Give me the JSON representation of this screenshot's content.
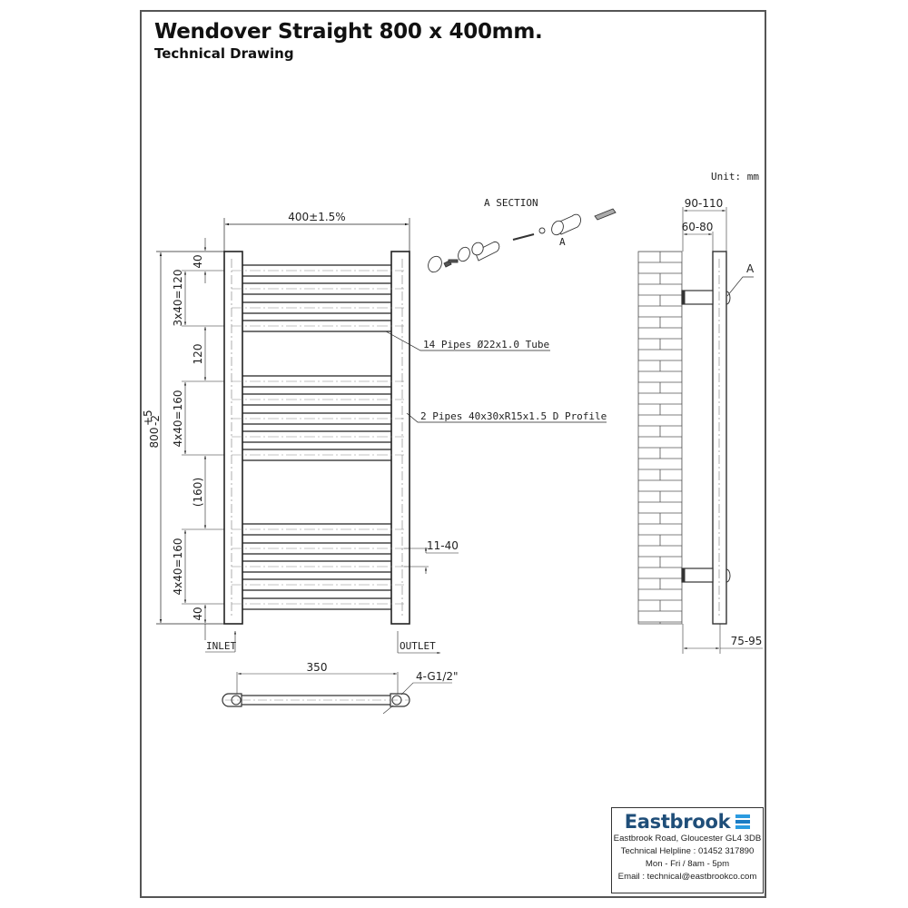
{
  "header": {
    "title": "Wendover Straight 800 x 400mm.",
    "subtitle": "Technical Drawing"
  },
  "drawing": {
    "unit_label": "Unit: mm",
    "front_view": {
      "width_dim": "400±1.5%",
      "height_dim": "800",
      "height_tol_upper": "+5",
      "height_tol_lower": "-2",
      "top_gap": "40",
      "top_group": "3x40=120",
      "gap_1": "120",
      "middle_group": "4x40=160",
      "gap_2": "(160)",
      "bottom_group": "4x40=160",
      "bottom_gap": "40",
      "valve_offset": "11-40",
      "inlet_label": "INLET",
      "outlet_label": "OUTLET",
      "callout_tubes": "14 Pipes Ø22x1.0 Tube",
      "callout_profile": "2 Pipes 40x30xR15x1.5 D Profile"
    },
    "section": {
      "label": "A   SECTION",
      "small_marker": "A"
    },
    "side_view": {
      "outer_projection": "90-110",
      "inner_projection": "60-80",
      "bottom_projection": "75-95",
      "section_marker": "A"
    },
    "bottom_view": {
      "centers_dim": "350",
      "connection_label": "4-G1/2\""
    }
  },
  "company": {
    "brand": "Eastbrook",
    "address": "Eastbrook Road, Gloucester GL4 3DB",
    "helpline": "Technical Helpline : 01452 317890",
    "hours": "Mon - Fri / 8am - 5pm",
    "email": "Email : technical@eastbrookco.com",
    "brand_color": "#1f4e79",
    "icon_color": "#2b9be0"
  }
}
